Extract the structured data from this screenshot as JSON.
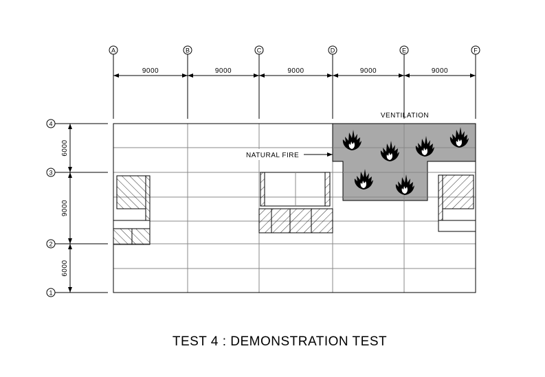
{
  "title": "TEST 4 :   DEMONSTRATION TEST",
  "column_axes": [
    "A",
    "B",
    "C",
    "D",
    "E",
    "F"
  ],
  "row_axes": [
    "4",
    "3",
    "2",
    "1"
  ],
  "column_spacings": [
    "9000",
    "9000",
    "9000",
    "9000",
    "9000"
  ],
  "row_spacings": [
    "6000",
    "9000",
    "6000"
  ],
  "labels": {
    "ventilation": "VENTILATION",
    "natural_fire": "NATURAL FIRE"
  },
  "colors": {
    "fire_zone": "#a9a9a9",
    "grid": "#888888",
    "line": "#000000"
  }
}
